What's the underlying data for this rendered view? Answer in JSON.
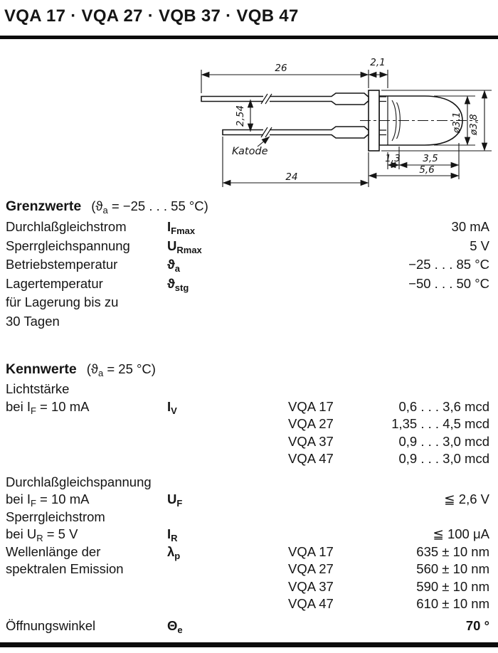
{
  "title": "VQA 17 · VQA 27 · VQB 37 · VQB 47",
  "drawing": {
    "dim_top_length": "26",
    "dim_tip": "2,1",
    "dim_pitch": "2,54",
    "cathode_label": "Katode",
    "dim_flange": "1,3",
    "dim_dome": "3,5",
    "dim_body_length": "5,6",
    "dim_bottom_length": "24",
    "dim_dome_dia": "ø3,1",
    "dim_flange_dia": "ø3,8"
  },
  "grenzwerte": {
    "heading": "Grenzwerte",
    "cond_pre": "(ϑ",
    "cond_sub": "a",
    "cond_post": " = −25 . . . 55 °C)",
    "rows": [
      {
        "label": "Durchlaßgleichstrom",
        "sym": "I",
        "sub": "Fmax",
        "value": "30 mA"
      },
      {
        "label": "Sperrgleichspannung",
        "sym": "U",
        "sub": "Rmax",
        "value": "5 V"
      },
      {
        "label": "Betriebstemperatur",
        "sym": "ϑ",
        "sub": "a",
        "value": "−25 . . . 85 °C"
      },
      {
        "label": "Lagertemperatur",
        "label_2": "für Lagerung bis zu",
        "label_3": "30 Tagen",
        "sym": "ϑ",
        "sub": "stg",
        "value": "−50 . . . 50 °C"
      }
    ]
  },
  "kennwerte": {
    "heading": "Kennwerte",
    "cond_pre": "(ϑ",
    "cond_sub": "a",
    "cond_post": " = 25 °C)",
    "lichtstaerke": {
      "label_1": "Lichtstärke",
      "label_2_pre": "bei I",
      "label_2_sub": "F",
      "label_2_post": " = 10 mA",
      "sym": "I",
      "sub": "V",
      "variants": [
        {
          "name": "VQA 17",
          "value": "0,6 . . . 3,6 mcd"
        },
        {
          "name": "VQA 27",
          "value": "1,35 . . . 4,5 mcd"
        },
        {
          "name": "VQA 37",
          "value": "0,9 . . . 3,0 mcd"
        },
        {
          "name": "VQA 47",
          "value": "0,9 . . . 3,0 mcd"
        }
      ]
    },
    "durchlassspannung": {
      "label_1": "Durchlaßgleichspannung",
      "label_2_pre": "bei I",
      "label_2_sub": "F",
      "label_2_post": " = 10 mA",
      "sym": "U",
      "sub": "F",
      "value": "≦ 2,6 V"
    },
    "sperrstrom": {
      "label_1": "Sperrgleichstrom",
      "label_2_pre": "bei U",
      "label_2_sub": "R",
      "label_2_post": " = 5 V",
      "sym": "I",
      "sub": "R",
      "value": "≦ 100 μA"
    },
    "wellenlaenge": {
      "label_1": "Wellenlänge der",
      "label_2": "spektralen Emission",
      "sym": "λ",
      "sub": "p",
      "variants": [
        {
          "name": "VQA 17",
          "value": "635 ± 10 nm"
        },
        {
          "name": "VQA 27",
          "value": "560 ± 10 nm"
        },
        {
          "name": "VQA 37",
          "value": "590 ± 10 nm"
        },
        {
          "name": "VQA 47",
          "value": "610 ± 10 nm"
        }
      ]
    },
    "oeffnungswinkel": {
      "label": "Öffnungswinkel",
      "sym": "Θ",
      "sub": "e",
      "value": "70 °"
    }
  }
}
